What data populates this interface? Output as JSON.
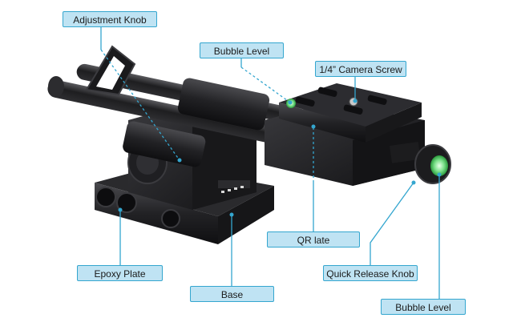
{
  "callouts": {
    "adjustment_knob": "Adjustment Knob",
    "bubble_level_top": "Bubble Level",
    "camera_screw": "1/4” Camera Screw",
    "qr_plate": "QR late",
    "epoxy_plate": "Epoxy Plate",
    "base": "Base",
    "quick_release_knob": "Quick Release Knob",
    "bubble_level_bottom": "Bubble Level"
  },
  "colors": {
    "callout_fill": "#bfe3f3",
    "callout_border": "#34a6cf",
    "leader_line": "#34a6cf",
    "bubble_green": "#4cd964",
    "metal_dark": "#1c1c1e"
  }
}
